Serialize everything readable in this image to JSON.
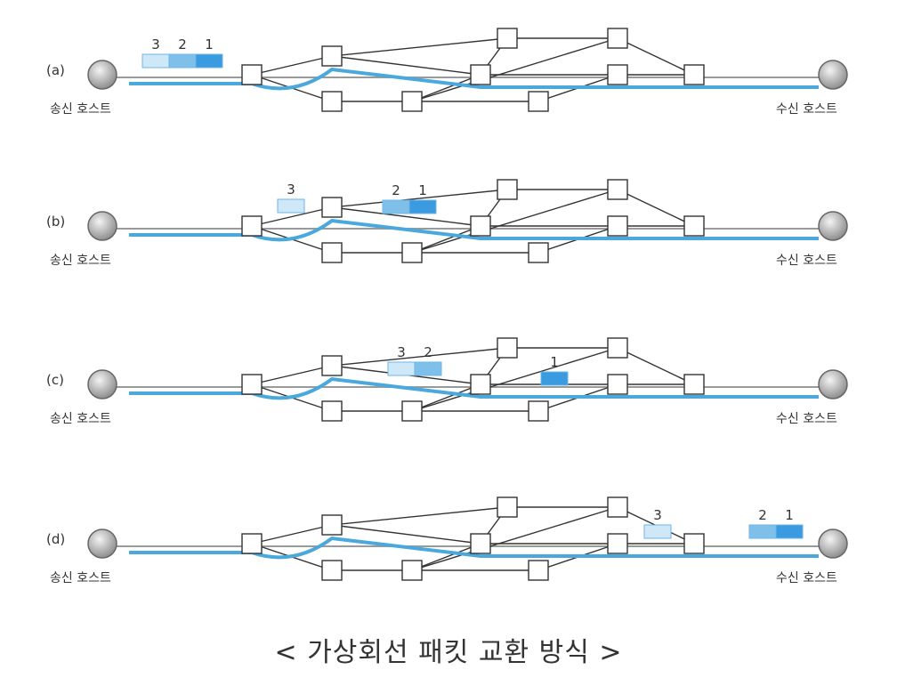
{
  "caption": "< 가상회선 패킷 교환 방식 >",
  "host_labels": {
    "sender": "송신 호스트",
    "receiver": "수신 호스트"
  },
  "colors": {
    "path": "#4aa8dc",
    "packet_1": "#3a9be0",
    "packet_2": "#7fc0ea",
    "packet_3": "#cfe8f7",
    "link": "#333333",
    "node_border": "#333333"
  },
  "panels": [
    {
      "id": "a",
      "label": "(a)",
      "packets": [
        {
          "group": [
            "3",
            "2",
            "1"
          ]
        }
      ]
    },
    {
      "id": "b",
      "label": "(b)",
      "packets": [
        {
          "group": [
            "3"
          ]
        },
        {
          "group": [
            "2",
            "1"
          ]
        }
      ]
    },
    {
      "id": "c",
      "label": "(c)",
      "packets": [
        {
          "group": [
            "3",
            "2"
          ]
        },
        {
          "group": [
            "1"
          ]
        }
      ]
    },
    {
      "id": "d",
      "label": "(d)",
      "packets": [
        {
          "group": [
            "3"
          ]
        },
        {
          "group": [
            "2",
            "1"
          ]
        }
      ]
    }
  ]
}
